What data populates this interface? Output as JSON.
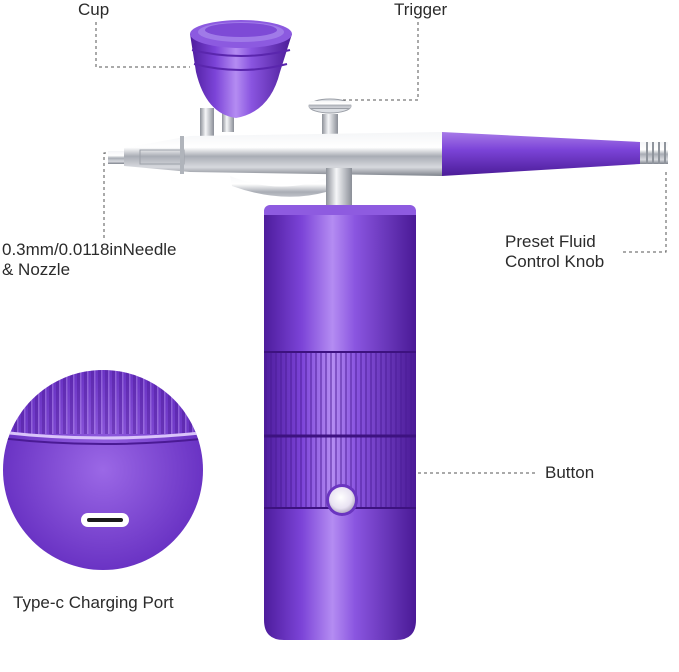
{
  "labels": {
    "cup": "Cup",
    "trigger": "Trigger",
    "needle_line1": "0.3mm/0.0118inNeedle",
    "needle_line2": "& Nozzle",
    "knob_line1": "Preset Fluid",
    "knob_line2": "Control Knob",
    "button": "Button",
    "charging_port": "Type-c Charging Port"
  },
  "colors": {
    "body_purple": "#7b3fd6",
    "chrome": "#c9ccd2",
    "leader_line": "#555555",
    "background": "#ffffff"
  }
}
